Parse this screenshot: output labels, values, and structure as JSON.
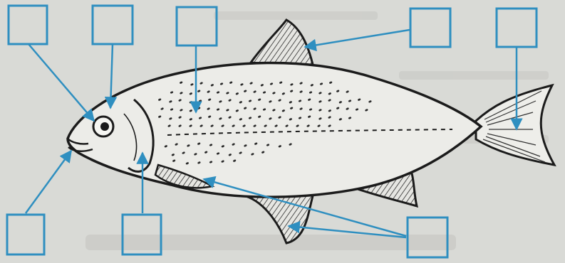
{
  "diagram": {
    "subject": "fish",
    "label_boxes": [
      {
        "id": "box-top-1",
        "text": ""
      },
      {
        "id": "box-top-2",
        "text": ""
      },
      {
        "id": "box-top-3",
        "text": ""
      },
      {
        "id": "box-top-4",
        "text": ""
      },
      {
        "id": "box-top-5",
        "text": ""
      },
      {
        "id": "box-bottom-1",
        "text": ""
      },
      {
        "id": "box-bottom-2",
        "text": ""
      },
      {
        "id": "box-bottom-3",
        "text": ""
      }
    ],
    "colors": {
      "box_stroke": "#2f8fc0",
      "arrow": "#2f8fc0",
      "outline": "#1b1b1b",
      "paper": "#d9dad6",
      "fish_body": "#ecece8"
    }
  }
}
